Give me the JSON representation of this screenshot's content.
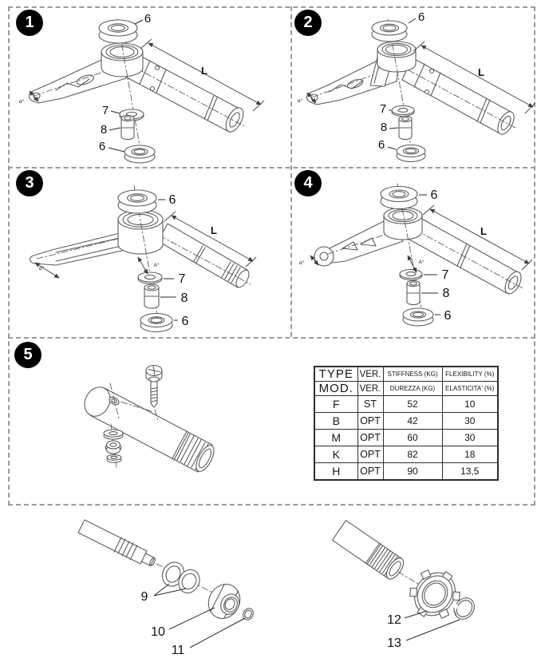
{
  "colors": {
    "background": "#ffffff",
    "line": "#5c5c5c",
    "label": "#111111",
    "badge_bg": "#000000",
    "badge_text": "#ffffff",
    "frame_dash": "#9a9a9a",
    "table_border": "#2e2e2e"
  },
  "panels": {
    "p1": {
      "number": "1",
      "bearing_top": "6",
      "washer": "7",
      "spacer": "8",
      "bearing_bottom": "6",
      "length_dim": "L",
      "angle_dim": "α°"
    },
    "p2": {
      "number": "2",
      "bearing_top": "6",
      "washer": "7",
      "spacer": "8",
      "bearing_bottom": "6",
      "length_dim": "L",
      "angle_dim": "α°"
    },
    "p3": {
      "number": "3",
      "bearing_top": "6",
      "washer": "7",
      "spacer": "8",
      "bearing_bottom": "6",
      "length_dim": "L",
      "angle_dim": "α°",
      "axis_angle_dim": "A°"
    },
    "p4": {
      "number": "4",
      "bearing_top": "6",
      "washer": "7",
      "spacer": "8",
      "bearing_bottom": "6",
      "length_dim": "L",
      "angle_dim": "α°",
      "axis_angle_dim": "A°"
    },
    "p5": {
      "number": "5"
    }
  },
  "table": {
    "header_row1": [
      "TYPE",
      "VER.",
      "STIFFNESS (KG)",
      "FLEXIBILITY (%)"
    ],
    "header_row2": [
      "MOD.",
      "VER.",
      "DUREZZA (KG)",
      "ELASTICITA' (%)"
    ],
    "rows": [
      [
        "F",
        "ST",
        "52",
        "10"
      ],
      [
        "B",
        "OPT",
        "42",
        "30"
      ],
      [
        "M",
        "OPT",
        "60",
        "30"
      ],
      [
        "K",
        "OPT",
        "82",
        "18"
      ],
      [
        "H",
        "OPT",
        "90",
        "13,5"
      ]
    ]
  },
  "lower": {
    "left": {
      "washers_label": "9",
      "nut_label": "10",
      "ring_label": "11"
    },
    "right": {
      "ring_nut_label": "12",
      "snap_ring_label": "13"
    }
  }
}
